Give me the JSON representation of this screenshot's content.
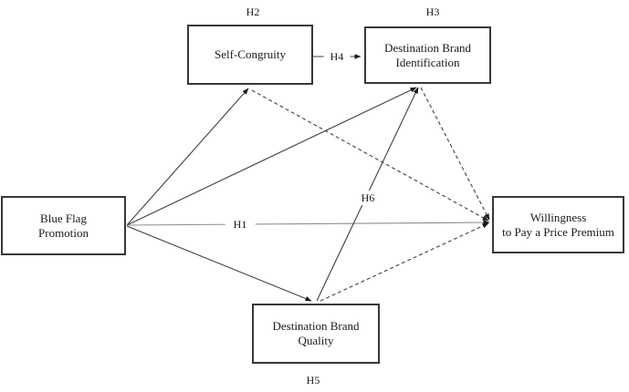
{
  "nodes": {
    "blue_flag_promotion": {
      "line1": "Blue Flag",
      "line2": "Promotion"
    },
    "self_congruity": {
      "line1": "Self-Congruity"
    },
    "destination_brand_identification": {
      "line1": "Destination Brand",
      "line2": "Identification"
    },
    "willingness_to_pay": {
      "line1": "Willingness",
      "line2": "to Pay a Price Premium"
    },
    "destination_brand_quality": {
      "line1": "Destination Brand",
      "line2": "Quality"
    }
  },
  "labels": {
    "h1": "H1",
    "h2": "H2",
    "h3": "H3",
    "h4": "H4",
    "h5": "H5",
    "h6": "H6"
  },
  "edges": [
    {
      "from": "blue_flag_promotion",
      "to": "self_congruity",
      "style": "solid",
      "hypothesis": "H2"
    },
    {
      "from": "blue_flag_promotion",
      "to": "destination_brand_identification",
      "style": "solid",
      "hypothesis": "H3"
    },
    {
      "from": "blue_flag_promotion",
      "to": "willingness_to_pay",
      "style": "solid",
      "hypothesis": "H1"
    },
    {
      "from": "blue_flag_promotion",
      "to": "destination_brand_quality",
      "style": "solid",
      "hypothesis": "H5"
    },
    {
      "from": "self_congruity",
      "to": "destination_brand_identification",
      "style": "solid",
      "hypothesis": "H4"
    },
    {
      "from": "destination_brand_quality",
      "to": "destination_brand_identification",
      "style": "solid",
      "hypothesis": "H6"
    },
    {
      "from": "self_congruity",
      "to": "willingness_to_pay",
      "style": "dashed",
      "hypothesis": ""
    },
    {
      "from": "destination_brand_identification",
      "to": "willingness_to_pay",
      "style": "dashed",
      "hypothesis": ""
    },
    {
      "from": "destination_brand_quality",
      "to": "willingness_to_pay",
      "style": "dashed",
      "hypothesis": ""
    }
  ],
  "colors": {
    "line": "#3f3f3f",
    "h1_line": "#8c8c8c",
    "box_border": "#383838",
    "text": "#1a1a1a",
    "background": "#ffffff"
  }
}
